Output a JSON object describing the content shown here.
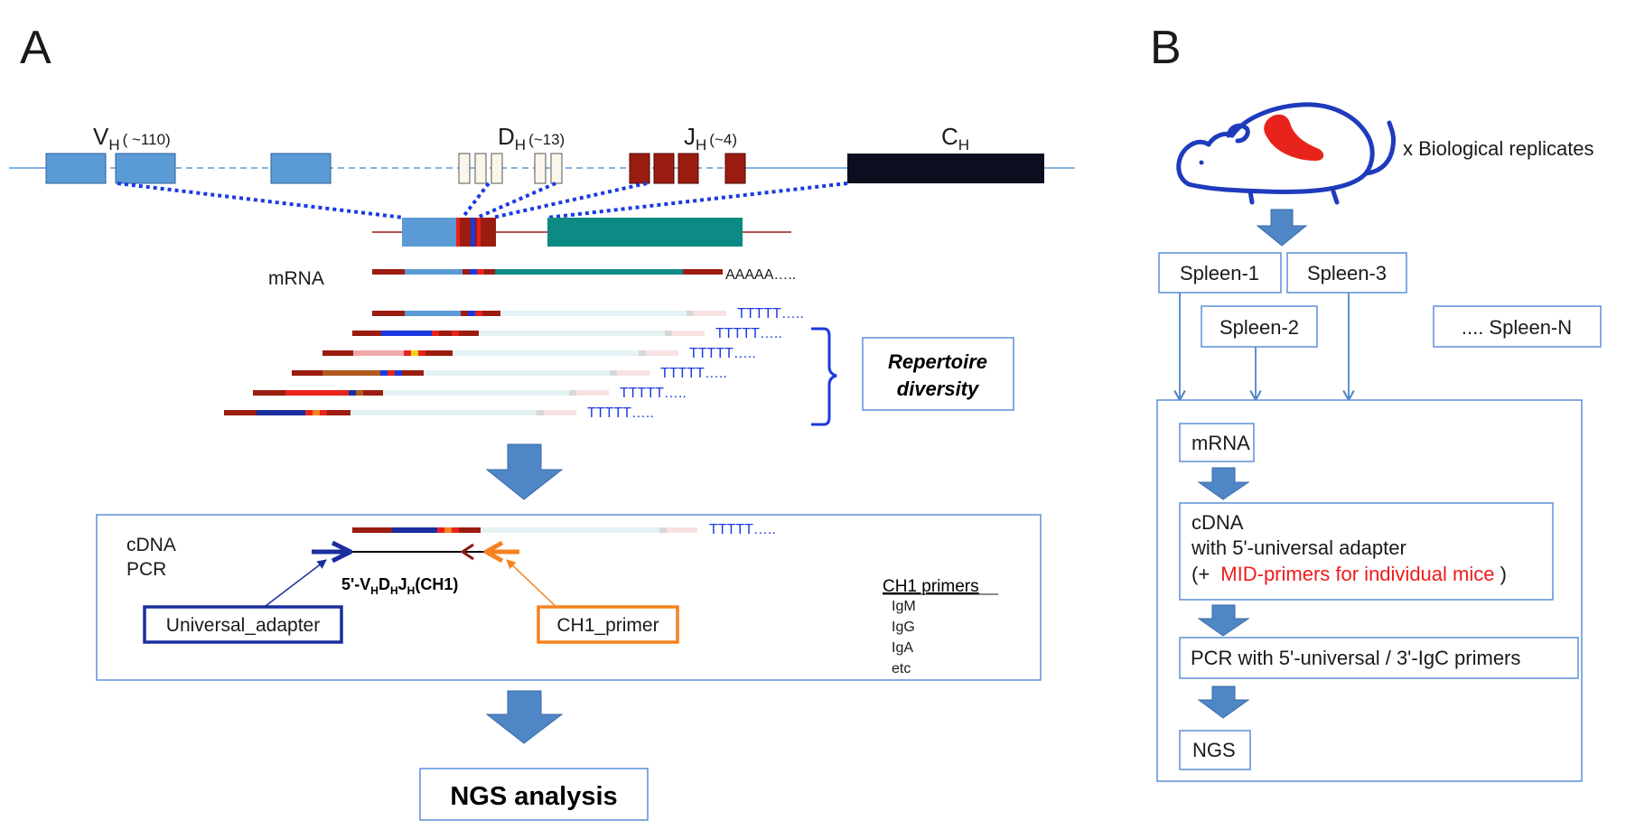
{
  "panel_a": {
    "label": "A",
    "genes": {
      "v": "V",
      "v_sub": "H",
      "v_count": "( ~110)",
      "d": "D",
      "d_sub": "H",
      "d_count": "(~13)",
      "j": "J",
      "j_sub": "H",
      "j_count": "(~4)",
      "c": "C",
      "c_sub": "H"
    },
    "mrna_label": "mRNA",
    "polya": "AAAAA…..",
    "polyt": "TTTTT…..",
    "repertoire": [
      "Repertoire",
      "diversity"
    ],
    "cdna_label": "cDNA",
    "pcr_label": "PCR",
    "construct": {
      "prefix": "5'-V",
      "s1": "H",
      "d": "D",
      "s2": "H",
      "j": "J",
      "s3": "H",
      "suffix": "(CH1)"
    },
    "universal_adapter": "Universal_adapter",
    "ch1_primer": "CH1_primer",
    "ch1_primers_title": "CH1 primers",
    "ch1_primers": [
      "IgM",
      "IgG",
      "IgA",
      "etc"
    ],
    "ngs_analysis": "NGS analysis"
  },
  "panel_b": {
    "label": "B",
    "replicates": "x Biological replicates",
    "spleens": [
      "Spleen-1",
      "Spleen-3",
      "Spleen-2",
      "....  Spleen-N"
    ],
    "mrna": "mRNA",
    "cdna_line1": "cDNA",
    "cdna_line2": "with 5'-universal adapter",
    "cdna_line3_open": "(+ ",
    "cdna_mid": "MID-primers for individual mice",
    "cdna_line3_close": " )",
    "pcr": "PCR with 5'-universal / 3'-IgC primers",
    "ngs": "NGS"
  },
  "colors": {
    "v_segment": "#5b9bd5",
    "j_segment": "#9b1c10",
    "c_segment": "#0a0e1f",
    "constant_mrna": "#0e8a84",
    "dotted_link": "#1a3ae0",
    "box_border": "#5b8fd8",
    "arrow_fill": "#4f86c6",
    "universal_adapter": "#1a2e9e",
    "ch1_primer": "#f58220",
    "mid_primer_text": "#ee1c1c",
    "mouse_outline": "#1f3bbd",
    "spleen": "#e8231c"
  }
}
